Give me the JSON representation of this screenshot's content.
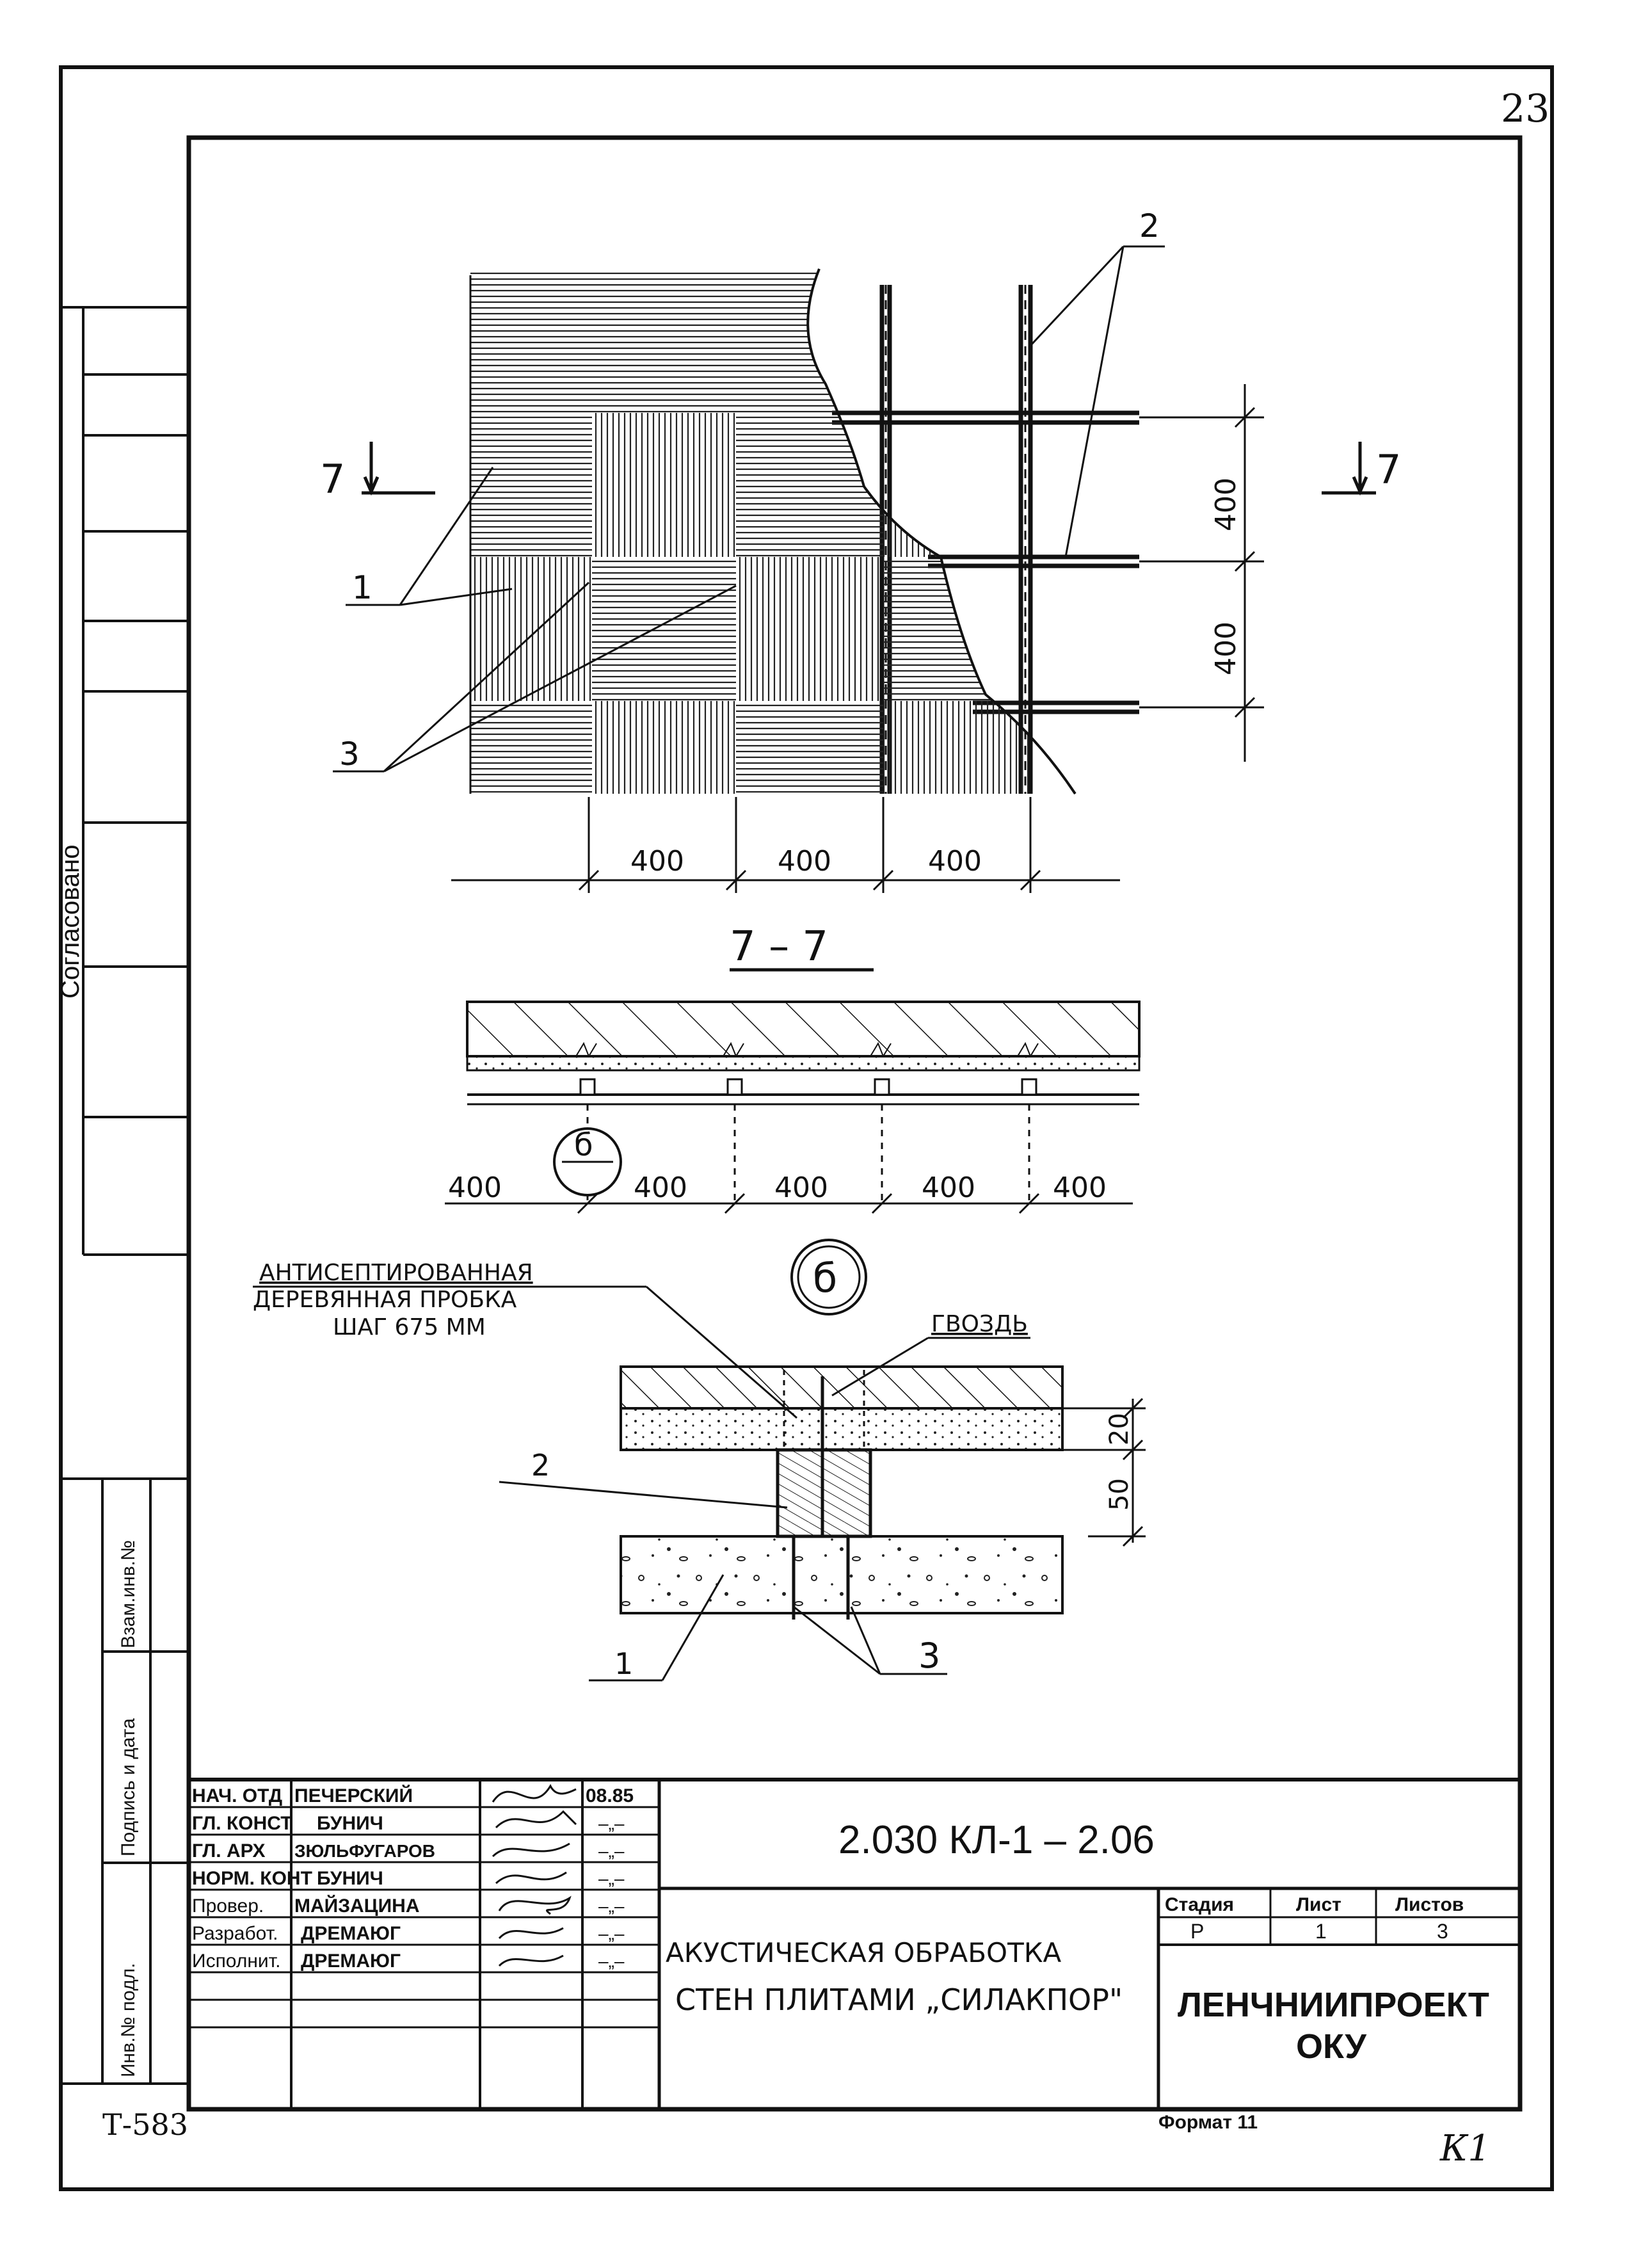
{
  "sheet": {
    "sheet_no": "23",
    "approved_label": "Согласовано",
    "stamp_cols": [
      "Взам.инв.№",
      "Подпись и дата",
      "Инв.№ подл."
    ],
    "inventory_code": "Т-583",
    "corner_mark": "К1",
    "format_label": "Формат 11"
  },
  "plan": {
    "section_mark": "7",
    "callouts": [
      "1",
      "2",
      "3"
    ],
    "vert_dims": [
      "400",
      "400"
    ],
    "horiz_dims": [
      "400",
      "400",
      "400"
    ]
  },
  "section": {
    "title": "7 – 7",
    "detail_ref": "б",
    "dims": [
      "400",
      "400",
      "400",
      "400",
      "400"
    ]
  },
  "detail": {
    "circle_label": "б",
    "plug_note_lines": [
      "АНТИСЕПТИРОВАННАЯ",
      "ДЕРЕВЯННАЯ ПРОБКА",
      "ШАГ 675 ММ"
    ],
    "nail_label": "ГВОЗДЬ",
    "dim_20": "20",
    "dim_50": "50",
    "callouts": [
      "2",
      "1",
      "3"
    ]
  },
  "title_block": {
    "roles": [
      "НАЧ. ОТД",
      "ГЛ. КОНСТ",
      "ГЛ. АРХ",
      "НОРМ. КОНТ",
      "Провер.",
      "Разработ.",
      "Исполнит."
    ],
    "names": [
      "ПЕЧЕРСКИЙ",
      "БУНИЧ",
      "ЗЮЛЬФУГАРОВ",
      "БУНИЧ",
      "МАЙЗАЦИНА",
      "ДРЕМАЮГ",
      "ДРЕМАЮГ"
    ],
    "dates": [
      "08.85",
      "–„–",
      "–„–",
      "–„–",
      "–„–",
      "–„–",
      "–„–"
    ],
    "doc_code": "2.030 КЛ-1 – 2.06",
    "title_lines": [
      "АКУСТИЧЕСКАЯ ОБРАБОТКА",
      "СТЕН ПЛИТАМИ „СИЛАКПОР\""
    ],
    "stage_label": "Стадия",
    "sheet_label": "Лист",
    "sheets_label": "Листов",
    "stage_value": "Р",
    "sheet_value": "1",
    "sheets_value": "3",
    "org_lines": [
      "ЛЕНЧНИИПРОЕКТ",
      "ОКУ"
    ]
  }
}
